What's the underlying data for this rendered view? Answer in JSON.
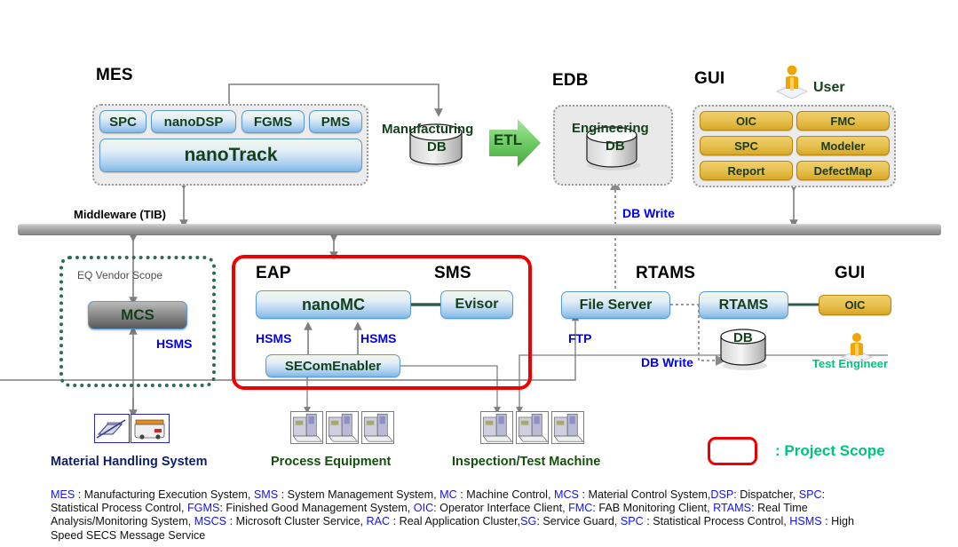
{
  "diagram": {
    "title": "System Architecture Diagram",
    "groups": {
      "mes": "MES",
      "edb": "EDB",
      "gui_top": "GUI",
      "eap": "EAP",
      "sms": "SMS",
      "rtams": "RTAMS",
      "gui_bottom": "GUI"
    },
    "mes": {
      "apps": [
        "SPC",
        "nanoDSP",
        "FGMS",
        "PMS"
      ],
      "platform": "nanoTrack"
    },
    "databases": {
      "manufacturing": "Manufacturing\nDB",
      "manufacturing_line1": "Manufacturing",
      "manufacturing_line2": "DB",
      "engineering_line1": "Engineering",
      "engineering_line2": "DB",
      "rtams_db": "DB"
    },
    "etl": "ETL",
    "gui_top_items": [
      "OIC",
      "FMC",
      "SPC",
      "Modeler",
      "Report",
      "DefectMap"
    ],
    "user_label": "User",
    "middleware": "Middleware (TIB)",
    "eq_vendor": {
      "scope_label": "EQ Vendor Scope",
      "mcs": "MCS",
      "protocol": "HSMS"
    },
    "eap": {
      "nanomc": "nanoMC",
      "evisor": "Evisor",
      "secomenabler": "SEComEnabler",
      "hsms_left": "HSMS",
      "hsms_right": "HSMS"
    },
    "rtams_area": {
      "file_server": "File Server",
      "rtams": "RTAMS",
      "oic": "OIC",
      "ftp": "FTP",
      "db_write": "DB Write",
      "test_engineer": "Test Engineer"
    },
    "edb_db_write": "DB Write",
    "captions": {
      "mhs": "Material Handling System",
      "process_eq": "Process Equipment",
      "inspection": "Inspection/Test Machine"
    },
    "scope_legend": ": Project Scope",
    "legend_lines": [
      [
        {
          "t": "MES",
          "ab": true
        },
        {
          "t": " : Manufacturing Execution System, "
        },
        {
          "t": "SMS",
          "ab": true
        },
        {
          "t": " : System Management System, "
        },
        {
          "t": "MC",
          "ab": true
        },
        {
          "t": " : Machine Control, "
        },
        {
          "t": "MCS",
          "ab": true
        },
        {
          "t": " : Material Control System,"
        },
        {
          "t": "DSP",
          "ab": true
        },
        {
          "t": ": Dispatcher, "
        },
        {
          "t": "SPC",
          "ab": true
        },
        {
          "t": ":"
        }
      ],
      [
        {
          "t": "Statistical Process Control, "
        },
        {
          "t": "FGMS",
          "ab": true
        },
        {
          "t": ": Finished Good Management System, "
        },
        {
          "t": "OIC",
          "ab": true
        },
        {
          "t": ": Operator Interface Client, "
        },
        {
          "t": "FMC",
          "ab": true
        },
        {
          "t": ": FAB Monitoring Client, "
        },
        {
          "t": "RTAMS",
          "ab": true
        },
        {
          "t": ": Real Time"
        }
      ],
      [
        {
          "t": "Analysis/Monitoring System, "
        },
        {
          "t": "MSCS",
          "ab": true
        },
        {
          "t": " : Microsoft Cluster Service, "
        },
        {
          "t": "RAC",
          "ab": true
        },
        {
          "t": " : Real Application Cluster,"
        },
        {
          "t": "SG",
          "ab": true
        },
        {
          "t": ": Service Guard, "
        },
        {
          "t": "SPC",
          "ab": true
        },
        {
          "t": " : Statistical Process Control, "
        },
        {
          "t": "HSMS",
          "ab": true
        },
        {
          "t": " : High"
        }
      ],
      [
        {
          "t": "Speed SECS Message Service"
        }
      ]
    ],
    "colors": {
      "accent_red": "#ef0000",
      "protocol_blue": "#0000f0",
      "scope_green": "#00c479",
      "box_blue": "#7fb8e6",
      "box_gold": "#d7a928",
      "text_dark_green": "#14401a",
      "middleware_gray": "#9d9d9d"
    }
  }
}
